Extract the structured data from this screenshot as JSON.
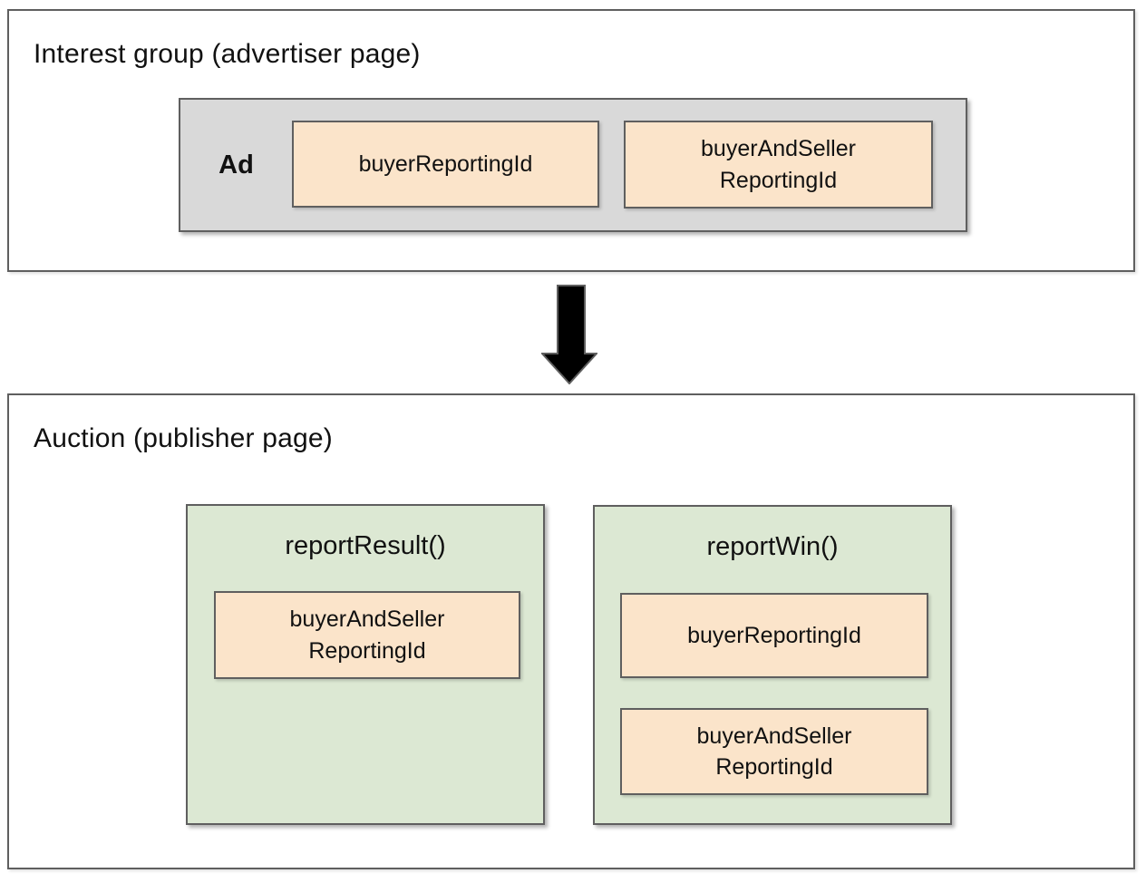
{
  "colors": {
    "bg": "#ffffff",
    "border": "#5f5f5f",
    "gray-fill": "#d9d9d9",
    "green-fill": "#dce8d3",
    "tan-fill": "#fbe4ca",
    "arrow-fill": "#000000",
    "text": "#111111"
  },
  "interest_group": {
    "title": "Interest group (advertiser page)",
    "ad": {
      "label": "Ad",
      "chips": [
        "buyerReportingId",
        "buyerAndSeller\nReportingId"
      ]
    }
  },
  "arrow": "down-arrow",
  "auction": {
    "title": "Auction (publisher page)",
    "functions": [
      {
        "name": "reportResult()",
        "chips": [
          "buyerAndSeller\nReportingId"
        ]
      },
      {
        "name": "reportWin()",
        "chips": [
          "buyerReportingId",
          "buyerAndSeller\nReportingId"
        ]
      }
    ]
  }
}
